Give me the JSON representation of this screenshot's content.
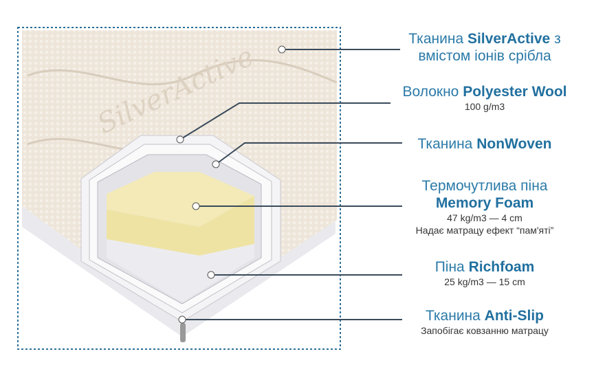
{
  "colors": {
    "accent": "#2b7aa8",
    "subtext": "#333333",
    "leader": "#3a4a5a",
    "frame": "#2b6f98"
  },
  "mattress_logo": "SilverActive",
  "layers": [
    {
      "prefix": "Тканина",
      "name": "SilverActive",
      "suffix": "з",
      "line2": "вмістом іонів срібла"
    },
    {
      "prefix": "Волокно",
      "name": "Polyester Wool",
      "details": [
        "100 g/m3"
      ]
    },
    {
      "prefix": "Тканина",
      "name": "NonWoven"
    },
    {
      "prefix": "Термочутлива піна",
      "name": "Memory Foam",
      "details": [
        "47 kg/m3 — 4 cm",
        "Надає матрацу ефект “пам'яті”"
      ]
    },
    {
      "prefix": "Піна",
      "name": "Richfoam",
      "details": [
        "25 kg/m3 — 15 cm"
      ]
    },
    {
      "prefix": "Тканина",
      "name": "Anti-Slip",
      "details": [
        "Запобігає ковзанню матрацу"
      ]
    }
  ]
}
